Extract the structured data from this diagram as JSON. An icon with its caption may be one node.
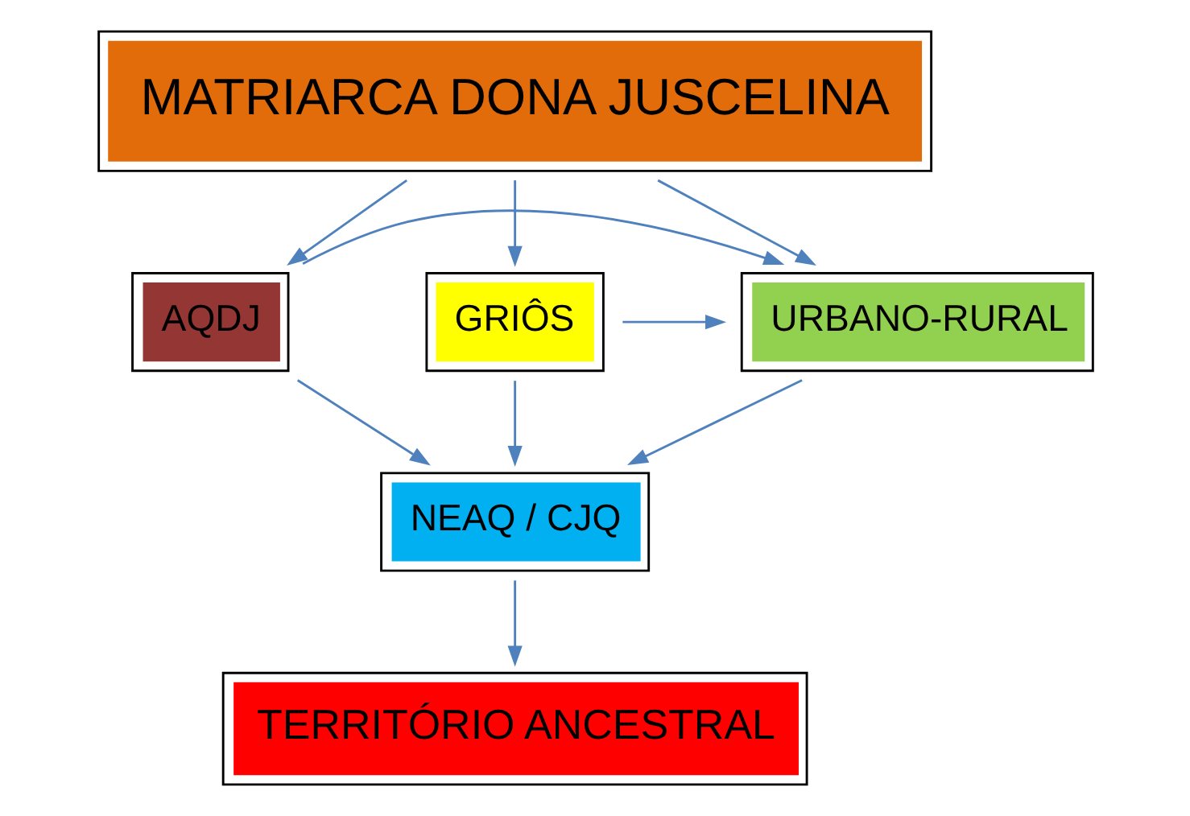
{
  "diagram": {
    "nodes": [
      {
        "text": [
          "MATRIARCA DONA JUSCELINA"
        ]
      },
      {
        "text": [
          "AQDJ"
        ]
      },
      {
        "text": [
          "URBANO-RURAL"
        ]
      },
      {
        "text": [
          "GRIÔS"
        ]
      },
      {
        "text": [
          "NEAQ / CJQ"
        ]
      },
      {
        "text": [
          "TERRITÓRIO ANCESTRAL"
        ]
      }
    ],
    "edges": [
      {
        "from": 0,
        "to": 1,
        "arrow": "to"
      },
      {
        "from": 0,
        "to": 2,
        "arrow": "to"
      },
      {
        "from": 0,
        "to": 3,
        "arrow": "to"
      },
      {
        "from": 1,
        "to": 2,
        "arrow": "to"
      },
      {
        "from": 3,
        "to": 2,
        "arrow": "to"
      },
      {
        "from": 1,
        "to": 4,
        "arrow": "to"
      },
      {
        "from": 2,
        "to": 4,
        "arrow": "to"
      },
      {
        "from": 3,
        "to": 4,
        "arrow": "to"
      },
      {
        "from": 4,
        "to": 5,
        "arrow": "to"
      }
    ]
  }
}
